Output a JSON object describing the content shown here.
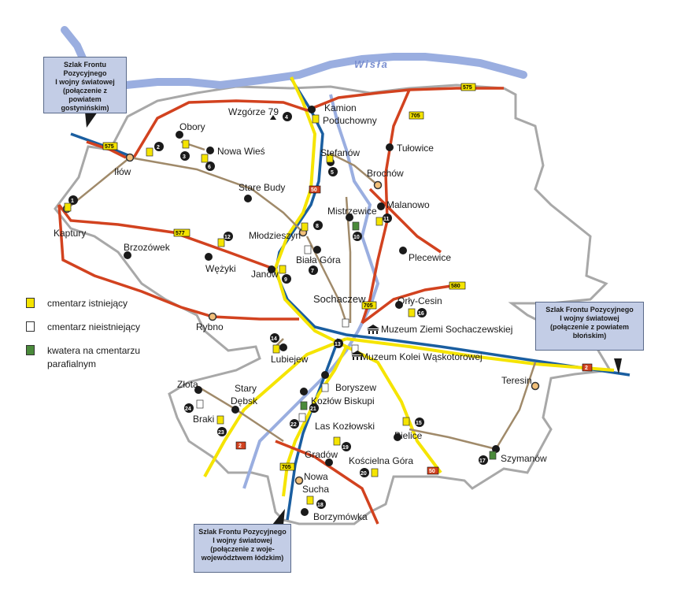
{
  "river": {
    "name": "Wisła"
  },
  "towns": [
    {
      "id": "wzgorze",
      "label": "Wzgórze 79"
    },
    {
      "id": "kamion",
      "label": "Kamion"
    },
    {
      "id": "poduchowny",
      "label": "Poduchowny"
    },
    {
      "id": "obory",
      "label": "Obory"
    },
    {
      "id": "nowa-wies",
      "label": "Nowa Wieś"
    },
    {
      "id": "ilow",
      "label": "Iłów"
    },
    {
      "id": "stefanow",
      "label": "Stefanów"
    },
    {
      "id": "tulowice",
      "label": "Tułowice"
    },
    {
      "id": "brochow",
      "label": "Brochów"
    },
    {
      "id": "stare-budy",
      "label": "Stare Budy"
    },
    {
      "id": "malanowo",
      "label": "Malanowo"
    },
    {
      "id": "mistrzewice",
      "label": "Mistrzewice"
    },
    {
      "id": "mlodzieszyn",
      "label": "Młodzieszyn"
    },
    {
      "id": "kaptury",
      "label": "Kaptury"
    },
    {
      "id": "brzozowek",
      "label": "Brzozówek"
    },
    {
      "id": "wezyki",
      "label": "Wężyki"
    },
    {
      "id": "biala-gora",
      "label": "Biała Góra"
    },
    {
      "id": "plecewice",
      "label": "Plecewice"
    },
    {
      "id": "janow",
      "label": "Janów"
    },
    {
      "id": "sochaczew",
      "label": "Sochaczew"
    },
    {
      "id": "orly-cesin",
      "label": "Orły-Cesin"
    },
    {
      "id": "rybno",
      "label": "Rybno"
    },
    {
      "id": "muzeum-ziemi",
      "label": "Muzeum Ziemi Sochaczewskiej"
    },
    {
      "id": "lubiejew",
      "label": "Lubiejew"
    },
    {
      "id": "muzeum-kolei",
      "label": "Muzeum Kolei Wąskotorowej"
    },
    {
      "id": "teresin",
      "label": "Teresin"
    },
    {
      "id": "zlota",
      "label": "Złota"
    },
    {
      "id": "stary",
      "label": "Stary"
    },
    {
      "id": "debsk",
      "label": "Dębsk"
    },
    {
      "id": "boryszew",
      "label": "Boryszew"
    },
    {
      "id": "kozlow",
      "label": "Kozłów Biskupi"
    },
    {
      "id": "braki",
      "label": "Braki"
    },
    {
      "id": "las-kozlowski",
      "label": "Las Kozłowski"
    },
    {
      "id": "bielice",
      "label": "Bielice"
    },
    {
      "id": "szymanow",
      "label": "Szymanów"
    },
    {
      "id": "gradow",
      "label": "Gradów"
    },
    {
      "id": "koscielna",
      "label": "Kościelna Góra"
    },
    {
      "id": "nowa",
      "label": "Nowa"
    },
    {
      "id": "sucha",
      "label": "Sucha"
    },
    {
      "id": "borzymowka",
      "label": "Borzymówka"
    }
  ],
  "road_labels": [
    "575",
    "575",
    "705",
    "50",
    "577",
    "580",
    "705",
    "2",
    "2",
    "50",
    "705"
  ],
  "boxes": {
    "west": {
      "lines": [
        "Szlak Frontu",
        "Pozycyjnego",
        "I wojny światowej",
        "(połączenie z powiatem",
        "gostynińskim)"
      ]
    },
    "east": {
      "lines": [
        "Szlak Frontu Pozycyjnego",
        "I wojny światowej",
        "(połączenie z powiatem",
        "błońskim)"
      ]
    },
    "south": {
      "lines": [
        "Szlak Frontu Pozycyjnego",
        "I wojny światowej",
        "(połączenie z woje-",
        "województwem łódzkim)"
      ]
    }
  },
  "legend": [
    {
      "icon": "existing-cemetery-icon",
      "label": "cmentarz istniejący",
      "color": "#f5e400"
    },
    {
      "icon": "nonexistent-cemetery-icon",
      "label": "cmentarz nieistniejący",
      "color": "#ffffff"
    },
    {
      "icon": "parish-quarter-icon",
      "label": "kwatera na cmentarzu",
      "label2": "parafialnym",
      "color": "#4a8a3a"
    }
  ],
  "colors": {
    "river": "#9aaee0",
    "border": "#a8a8a8",
    "road_red": "#d2421f",
    "road_yellow": "#f5e400",
    "rail": "#1a5ea0",
    "local_road": "#a08a6a"
  }
}
